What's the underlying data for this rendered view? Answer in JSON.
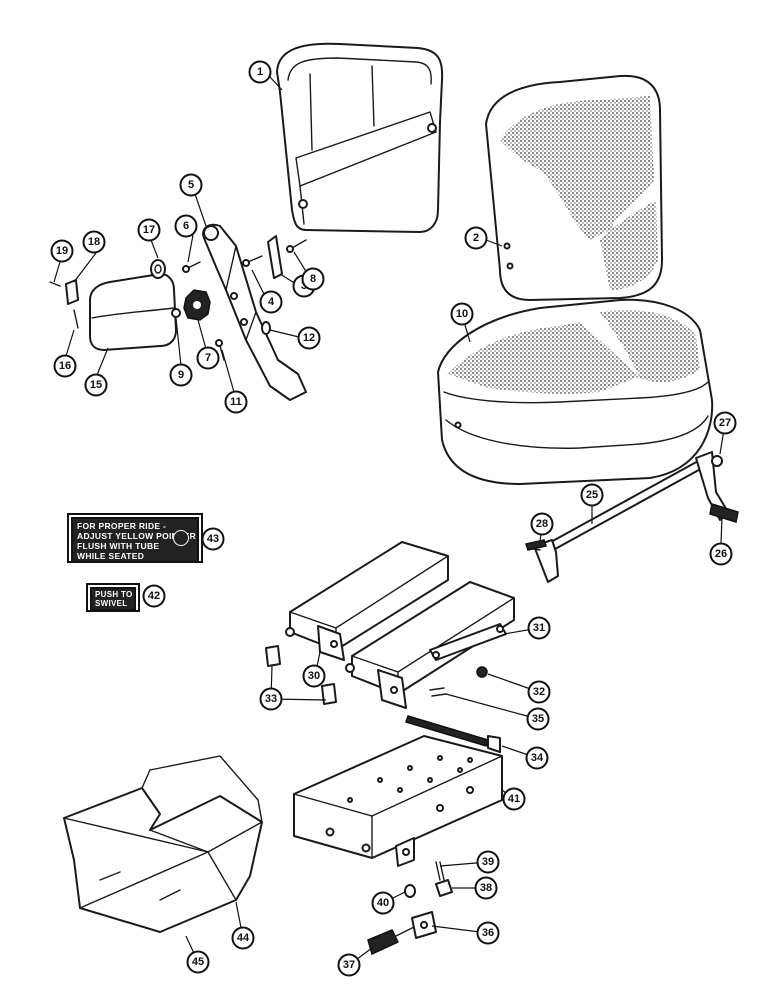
{
  "decals": {
    "pointer_label": {
      "lines": [
        "FOR PROPER RIDE -",
        "ADJUST YELLOW POINTER",
        "FLUSH WITH TUBE",
        "WHILE SEATED"
      ]
    },
    "swivel_label": {
      "lines": [
        "PUSH TO",
        "SWIVEL"
      ]
    }
  },
  "callouts": [
    "1",
    "2",
    "3",
    "4",
    "5",
    "6",
    "7",
    "8",
    "9",
    "10",
    "11",
    "12",
    "15",
    "16",
    "17",
    "18",
    "19",
    "25",
    "26",
    "27",
    "28",
    "30",
    "31",
    "32",
    "33",
    "34",
    "35",
    "36",
    "37",
    "38",
    "39",
    "40",
    "41",
    "42",
    "43",
    "44",
    "45"
  ]
}
